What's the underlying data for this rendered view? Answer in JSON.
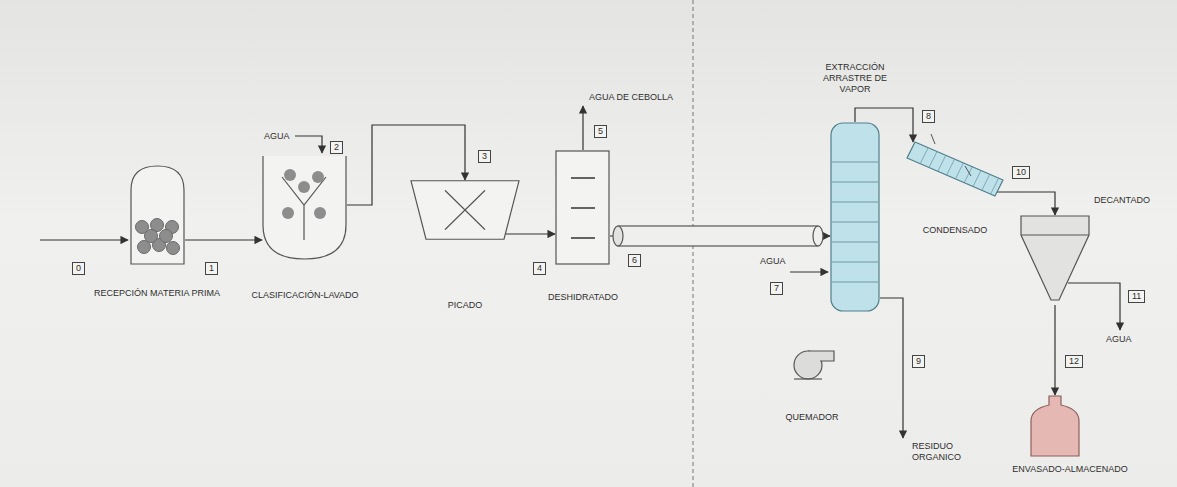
{
  "diagram": {
    "nodes": [
      {
        "text": [
          "RECEPCIÓN MATERIA PRIMA"
        ]
      },
      {
        "text": [
          "CLASIFICACIÓN-LAVADO"
        ]
      },
      {
        "text": [
          "PICADO"
        ]
      },
      {
        "text": [
          "DESHIDRATADO"
        ]
      },
      {
        "text": [
          "EXTRACCIÓN ARRASTRE DE VAPOR"
        ]
      },
      {
        "text": [
          "QUEMADOR"
        ]
      },
      {
        "text": [
          "CONDENSADO"
        ]
      },
      {
        "text": [
          "DECANTADO"
        ]
      },
      {
        "text": [
          "ENVASADO-ALMACENADO"
        ]
      }
    ],
    "edges": [
      {
        "from": 0,
        "to": 1,
        "arrow": "to"
      },
      {
        "from": 1,
        "to": 2,
        "arrow": "to"
      },
      {
        "from": 2,
        "to": 3,
        "arrow": "to"
      },
      {
        "from": 3,
        "to": 4,
        "arrow": "to"
      },
      {
        "from": 4,
        "to": 6,
        "arrow": "to"
      },
      {
        "from": 6,
        "to": 7,
        "arrow": "to"
      },
      {
        "from": 7,
        "to": 8,
        "arrow": "to"
      }
    ],
    "labels": [
      "0",
      "1",
      "AGUA",
      "2",
      "3",
      "4",
      "AGUA DE CEBOLLA",
      "5",
      "6",
      "AGUA",
      "7",
      "8",
      "9",
      "RESIDUO ORGANICO",
      "10",
      "11",
      "AGUA",
      "12"
    ]
  }
}
